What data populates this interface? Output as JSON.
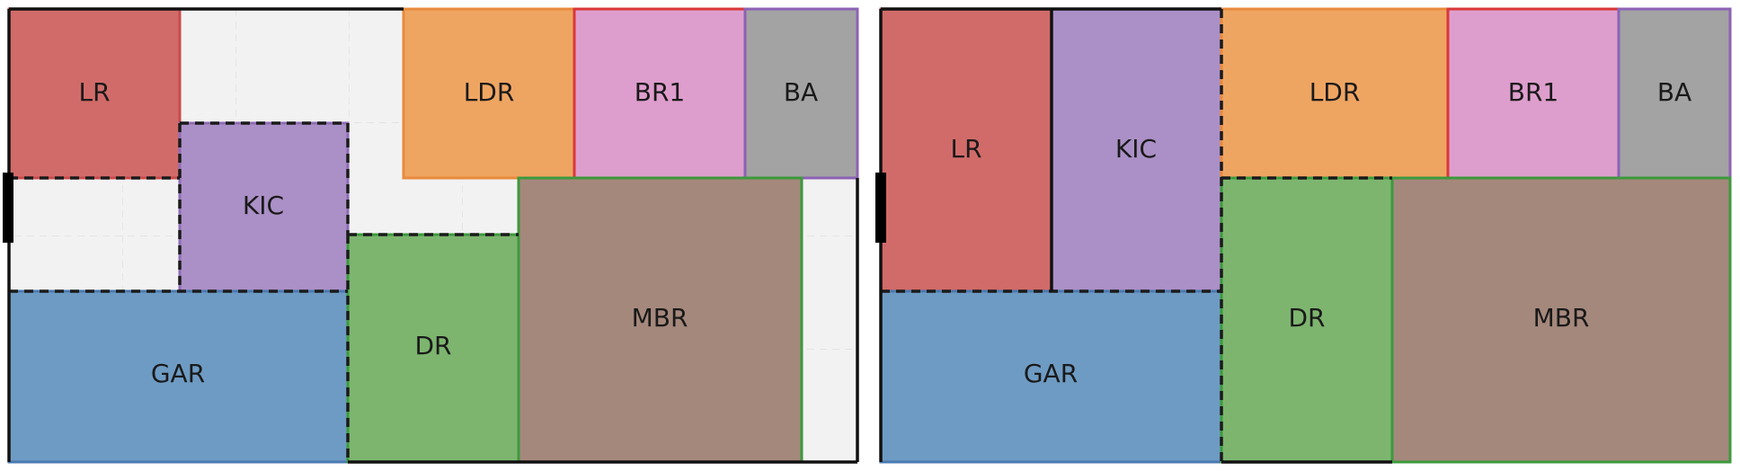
{
  "colors": {
    "LR": "#d16b69",
    "KIC": "#ab90c7",
    "LDR": "#efa562",
    "BR1": "#de9ecd",
    "BA": "#a3a3a3",
    "GAR": "#6e9bc3",
    "DR": "#7db56f",
    "MBR": "#a5887c",
    "empty": "#f2f2f2"
  },
  "plans": [
    {
      "rooms": [
        {
          "id": "LR",
          "label": "LR"
        },
        {
          "id": "KIC",
          "label": "KIC"
        },
        {
          "id": "LDR",
          "label": "LDR"
        },
        {
          "id": "BR1",
          "label": "BR1"
        },
        {
          "id": "BA",
          "label": "BA"
        },
        {
          "id": "GAR",
          "label": "GAR"
        },
        {
          "id": "DR",
          "label": "DR"
        },
        {
          "id": "MBR",
          "label": "MBR"
        }
      ]
    },
    {
      "rooms": [
        {
          "id": "LR",
          "label": "LR"
        },
        {
          "id": "KIC",
          "label": "KIC"
        },
        {
          "id": "LDR",
          "label": "LDR"
        },
        {
          "id": "BR1",
          "label": "BR1"
        },
        {
          "id": "BA",
          "label": "BA"
        },
        {
          "id": "GAR",
          "label": "GAR"
        },
        {
          "id": "DR",
          "label": "DR"
        },
        {
          "id": "MBR",
          "label": "MBR"
        }
      ]
    }
  ]
}
